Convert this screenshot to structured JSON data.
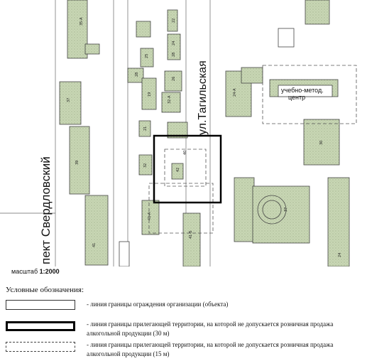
{
  "map": {
    "streets": {
      "sverdlovsky": "пект Свердловский",
      "tagilskaya": "ул.Тагильская"
    },
    "object_label_line1": "учебно-метод.",
    "object_label_line2": "центр",
    "house_numbers": [
      "35-А",
      "37",
      "39",
      "41",
      "22",
      "24",
      "25",
      "28",
      "26",
      "32-А",
      "28",
      "19",
      "21",
      "24-А",
      "30",
      "32",
      "40",
      "42",
      "41-А",
      "41-Б",
      "37",
      "24"
    ],
    "colors": {
      "building_fill": "#c8d6b4",
      "building_edge": "#444444",
      "boundary_30m": "#000000"
    }
  },
  "scale": {
    "label": "масштаб",
    "value": "1:2000"
  },
  "legend": {
    "title": "Условные обозначения:",
    "items": [
      {
        "type": "org-fence",
        "text": "- линия границы ограждения организации (объекта)"
      },
      {
        "type": "boundary-30m",
        "text": "- линия границы прилегающей территории, на которой не допускается розничная продажа алкогольной продукции (30 м)"
      },
      {
        "type": "boundary-15m",
        "text": "- линия границы прилегающей территории, на которой не допускается розничная продажа алкогольной продукции (15 м)"
      }
    ]
  }
}
